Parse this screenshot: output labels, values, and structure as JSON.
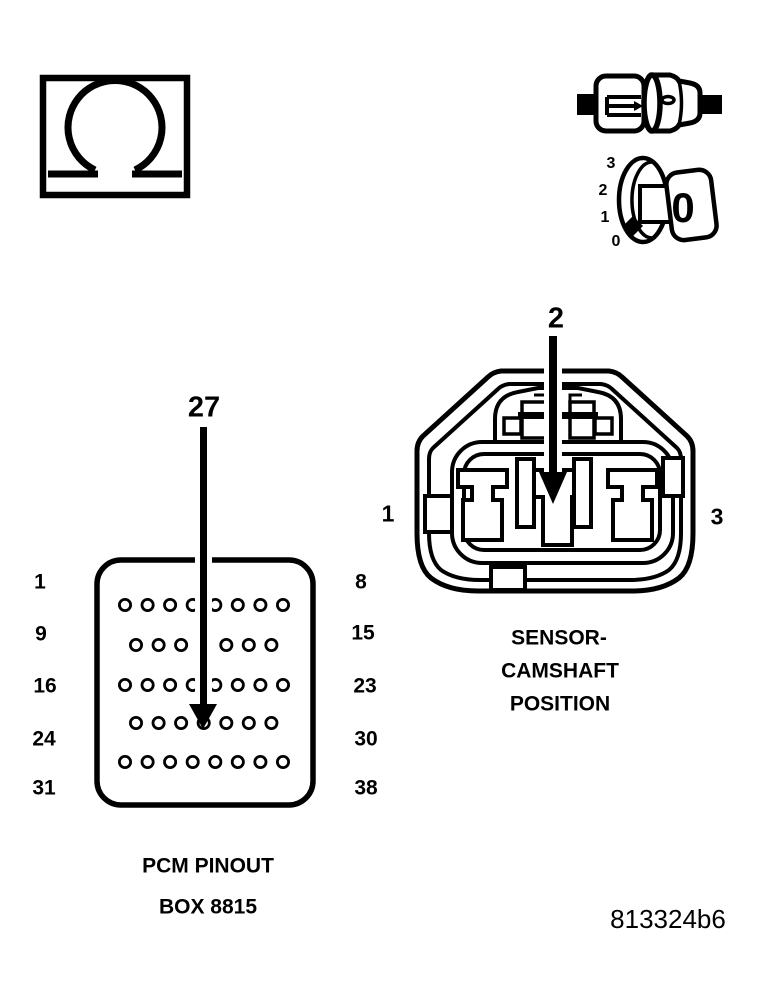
{
  "colors": {
    "ink": "#000000",
    "paper": "#ffffff"
  },
  "icons": {
    "ohmmeter": "ohmmeter-omega-symbol",
    "connector_pair": "disconnected-connector-symbol",
    "range_dial": "meter-range-dial-symbol"
  },
  "range_dial": {
    "scale": [
      "3",
      "2",
      "1",
      "0"
    ],
    "display_value": "0"
  },
  "camshaft_connector": {
    "arrow_pin": "2",
    "left_pin": "1",
    "right_pin": "3",
    "caption": [
      "SENSOR-",
      "CAMSHAFT",
      "POSITION"
    ]
  },
  "pcm": {
    "arrow_pin": "27",
    "left_labels": [
      "1",
      "9",
      "16",
      "24",
      "31"
    ],
    "right_labels": [
      "8",
      "15",
      "23",
      "30",
      "38"
    ],
    "pin_rows": [
      8,
      7,
      8,
      7,
      8
    ],
    "caption": [
      "PCM PINOUT",
      "BOX 8815"
    ]
  },
  "figure_id": "813324b6"
}
